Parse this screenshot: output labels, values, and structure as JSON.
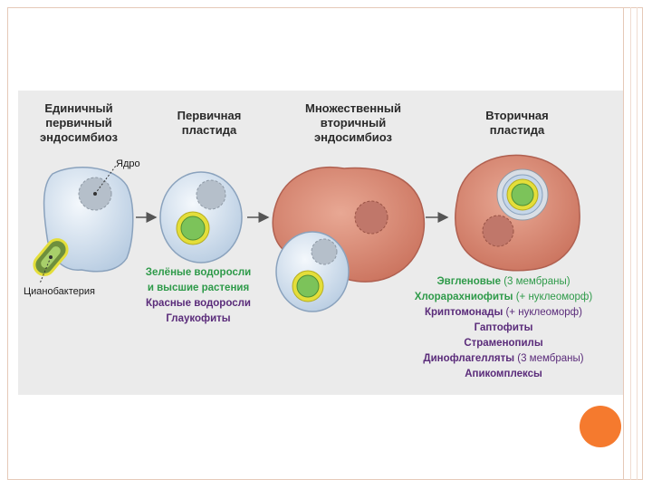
{
  "headers": {
    "single_primary": "Единичный\nпервичный\nэндосимбиоз",
    "primary_plastid": "Первичная\nпластида",
    "multiple_secondary": "Множественный\nвторичный\nэндосимбиоз",
    "secondary_plastid": "Вторичная\nпластида"
  },
  "labels": {
    "nucleus": "Ядро",
    "cyanobacterium": "Цианобактерия"
  },
  "primary_groups": {
    "green_1": "Зелёные водоросли",
    "green_2": "и высшие растения",
    "red": "Красные водоросли",
    "glauco": "Глаукофиты"
  },
  "secondary_groups": [
    {
      "name": "Эвгленовые",
      "note": " (3 мембраны)",
      "color": "green"
    },
    {
      "name": "Хлорарахниофиты",
      "note": " (+ нуклеоморф)",
      "color": "green"
    },
    {
      "name": "Криптомонады",
      "note": " (+ нуклеоморф)",
      "color": "purple"
    },
    {
      "name": "Гаптофиты",
      "note": "",
      "color": "purple"
    },
    {
      "name": "Страменопилы",
      "note": "",
      "color": "purple"
    },
    {
      "name": "Динофлагелляты",
      "note": " (3 мембраны)",
      "color": "purple"
    },
    {
      "name": "Апикомплексы",
      "note": "",
      "color": "purple"
    }
  ],
  "colors": {
    "panel_bg": "#ebebeb",
    "cell_blue": "#dbe6f2",
    "host_red": "#d98c78",
    "plastid_green": "#7cc35a",
    "plastid_yellow": "#e4de3a",
    "accent_orange": "#f57a2e"
  }
}
